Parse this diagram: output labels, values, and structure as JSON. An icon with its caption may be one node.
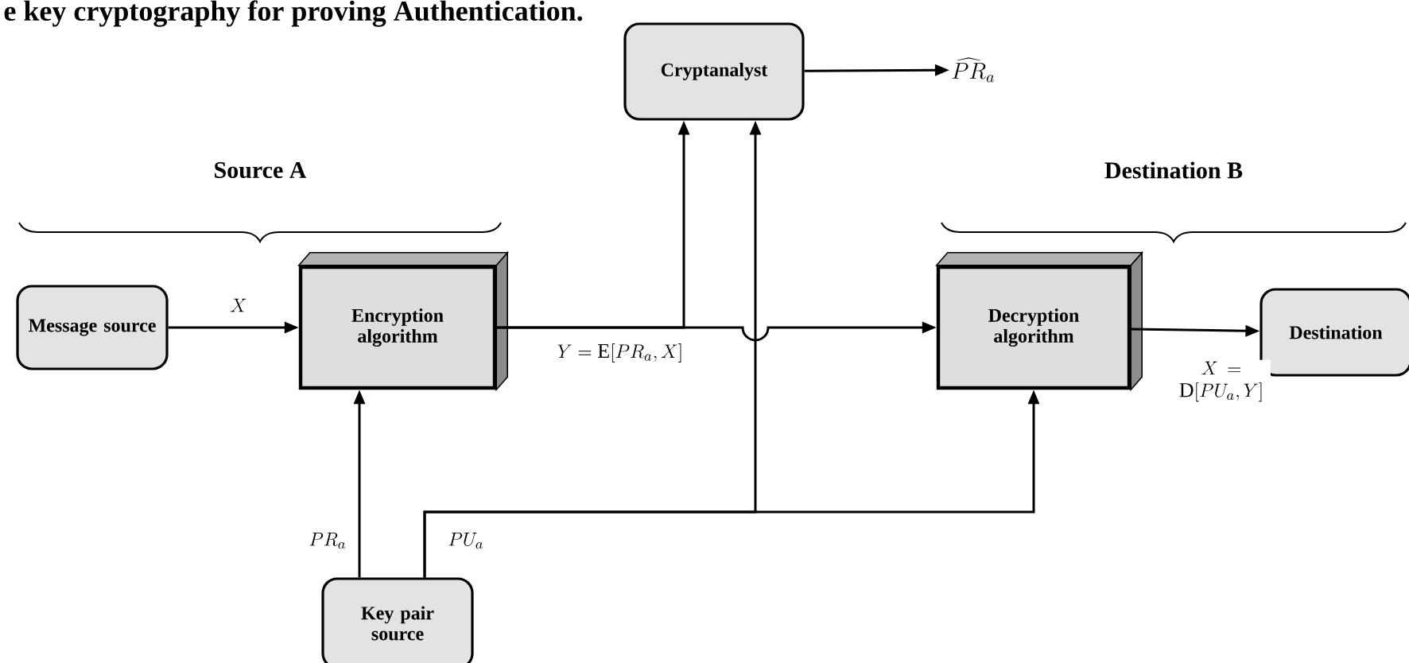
{
  "diagram": {
    "title": "e key cryptography for proving Authentication.",
    "nodes": [
      {
        "text": [
          "Message source"
        ]
      },
      {
        "text": [
          "Encryption algorithm"
        ]
      },
      {
        "text": [
          "Cryptanalyst"
        ]
      },
      {
        "text": [
          "Decryption algorithm"
        ]
      },
      {
        "text": [
          "Destination"
        ]
      },
      {
        "text": [
          "Key pair source"
        ]
      },
      {
        "text": [
          "\\widehat{PR}_a"
        ]
      }
    ],
    "edges": [
      {
        "from": 0,
        "to": 1,
        "arrow": "to",
        "label": "X"
      },
      {
        "from": 1,
        "to": 3,
        "arrow": "to",
        "label": "Y = \\mathrm{E}[PR_a, X]"
      },
      {
        "from": 1,
        "to": 2,
        "arrow": "to"
      },
      {
        "from": 5,
        "to": 1,
        "arrow": "to",
        "label": "PR_a"
      },
      {
        "from": 5,
        "to": 2,
        "arrow": "to",
        "label": "PU_a"
      },
      {
        "from": 5,
        "to": 3,
        "arrow": "to"
      },
      {
        "from": 3,
        "to": 4,
        "arrow": "to",
        "label": "X = \\mathrm{D}[PU_a, Y]"
      },
      {
        "from": 2,
        "to": 6,
        "arrow": "to"
      }
    ],
    "labels": [
      "Source A",
      "Destination B"
    ]
  }
}
